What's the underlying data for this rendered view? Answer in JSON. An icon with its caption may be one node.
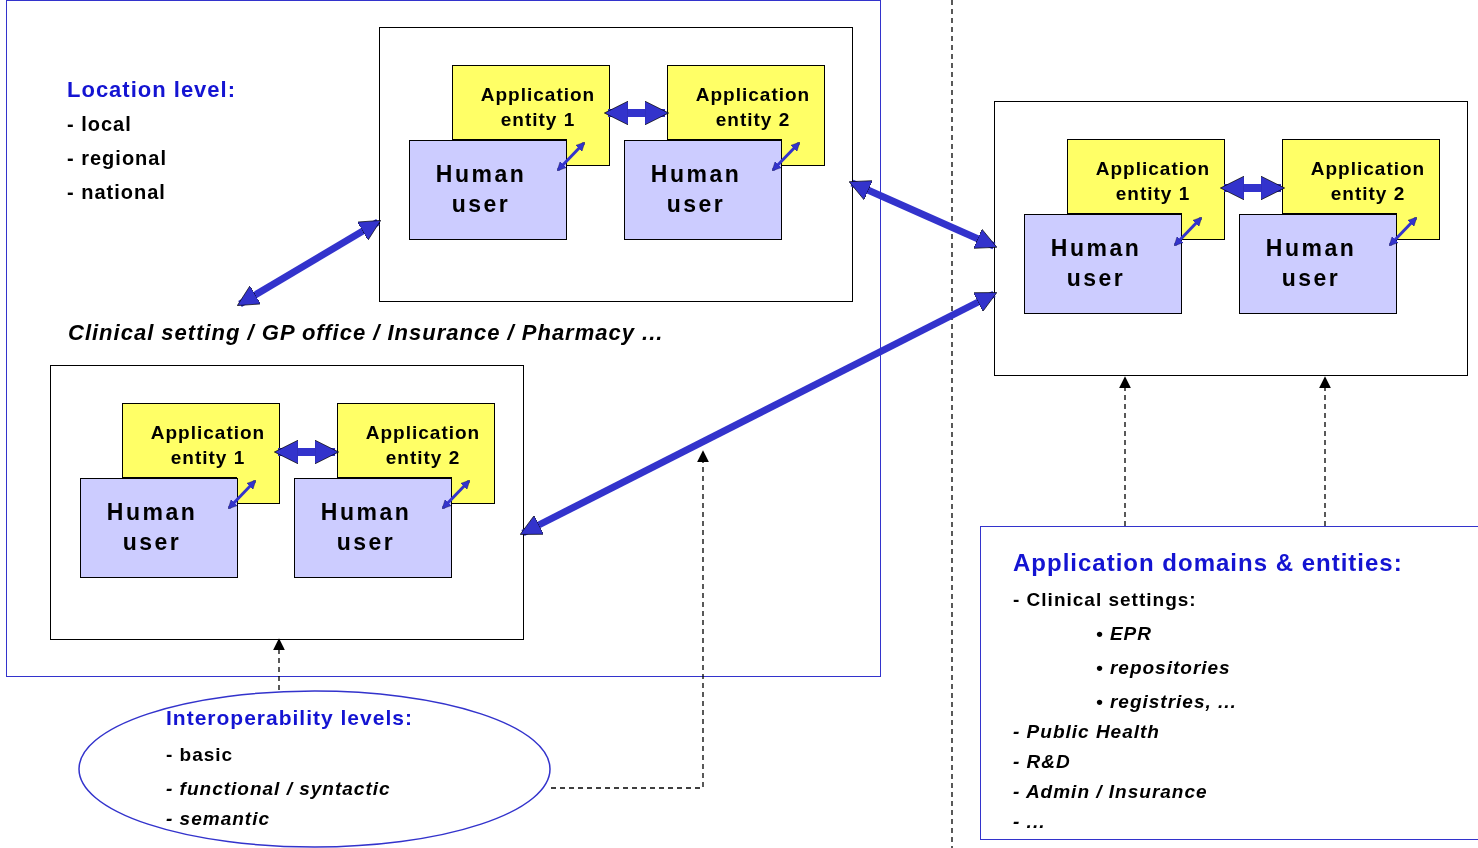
{
  "diagram": {
    "nodes": [
      {
        "text": [
          "Location level:",
          "- local",
          "- regional",
          "- national",
          "Clinical setting / GP office / Insurance / Pharmacy ..."
        ]
      },
      {
        "text": [],
        "shape": "box",
        "in": 0
      },
      {
        "text": [
          "Application entity 1"
        ],
        "in": 1
      },
      {
        "text": [
          "Application entity 2"
        ],
        "in": 1
      },
      {
        "text": [
          "Human user"
        ],
        "in": 1
      },
      {
        "text": [
          "Human user"
        ],
        "in": 1
      },
      {
        "text": [],
        "shape": "box",
        "in": 0
      },
      {
        "text": [
          "Application entity 1"
        ],
        "in": 6
      },
      {
        "text": [
          "Application entity 2"
        ],
        "in": 6
      },
      {
        "text": [
          "Human user"
        ],
        "in": 6
      },
      {
        "text": [
          "Human user"
        ],
        "in": 6
      },
      {
        "text": [],
        "shape": "box"
      },
      {
        "text": [
          "Application entity 1"
        ],
        "in": 11
      },
      {
        "text": [
          "Application entity 2"
        ],
        "in": 11
      },
      {
        "text": [
          "Human user"
        ],
        "in": 11
      },
      {
        "text": [
          "Human user"
        ],
        "in": 11
      },
      {
        "text": [
          "Interoperability levels:",
          "- basic",
          "- functional / syntactic",
          "- semantic"
        ]
      },
      {
        "text": [
          "Application domains & entities:",
          "- Clinical settings:",
          "• EPR",
          "• repositories",
          "• registries, ...",
          "- Public Health",
          "- R&D",
          "- Admin / Insurance",
          "- ..."
        ]
      }
    ],
    "edges": [
      {
        "from": 2,
        "to": 3,
        "arrow": "both",
        "style": "thick"
      },
      {
        "from": 4,
        "to": 2,
        "arrow": "both"
      },
      {
        "from": 5,
        "to": 3,
        "arrow": "both"
      },
      {
        "from": 7,
        "to": 8,
        "arrow": "both",
        "style": "thick"
      },
      {
        "from": 9,
        "to": 7,
        "arrow": "both"
      },
      {
        "from": 10,
        "to": 8,
        "arrow": "both"
      },
      {
        "from": 12,
        "to": 13,
        "arrow": "both",
        "style": "thick"
      },
      {
        "from": 14,
        "to": 12,
        "arrow": "both"
      },
      {
        "from": 15,
        "to": 13,
        "arrow": "both"
      },
      {
        "from": 1,
        "to": 6,
        "arrow": "both",
        "style": "thick"
      },
      {
        "from": 1,
        "to": 11,
        "arrow": "both",
        "style": "thick"
      },
      {
        "from": 6,
        "to": 11,
        "arrow": "both",
        "style": "thick"
      },
      {
        "from": 16,
        "to": 6,
        "arrow": "to",
        "style": "dashed",
        "color": "#000000"
      },
      {
        "from": 16,
        "to": null,
        "arrow": "to",
        "style": "dashed",
        "color": "#000000"
      },
      {
        "from": 17,
        "to": 11,
        "arrow": "to",
        "style": "dashed",
        "color": "#000000"
      },
      {
        "from": 17,
        "to": 11,
        "arrow": "to",
        "style": "dashed",
        "color": "#000000"
      }
    ]
  }
}
